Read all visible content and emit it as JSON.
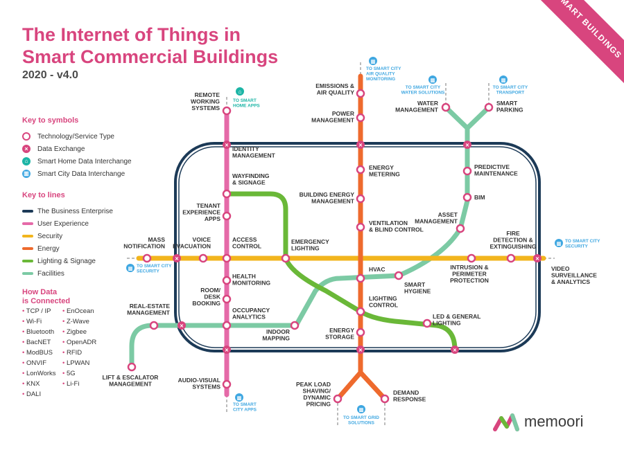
{
  "header": {
    "title_line1": "The Internet of Things in",
    "title_line2": "Smart Commercial Buildings",
    "subtitle": "2020 - v4.0"
  },
  "banner": {
    "text": "SMART BUILDINGS"
  },
  "colors": {
    "brand": "#d8457e",
    "business": "#1c3a57",
    "user_experience": "#e56aa8",
    "security": "#f2b51d",
    "energy": "#ee6a2d",
    "lighting": "#6ab838",
    "facilities": "#7ccaa4",
    "smart_home_icon": "#1db5a6",
    "smart_city_icon": "#3fa7e1"
  },
  "symbols_key": {
    "heading": "Key to symbols",
    "items": [
      {
        "label": "Technology/Service Type",
        "icon": "ring"
      },
      {
        "label": "Data Exchange",
        "icon": "x-circle"
      },
      {
        "label": "Smart Home Data Interchange",
        "icon": "smart-home-icon"
      },
      {
        "label": "Smart City Data Interchange",
        "icon": "smart-city-icon"
      }
    ]
  },
  "lines_key": {
    "heading": "Key to lines",
    "items": [
      {
        "label": "The Business Enterprise",
        "color": "#1c3a57"
      },
      {
        "label": "User Experience",
        "color": "#e56aa8"
      },
      {
        "label": "Security",
        "color": "#f2b51d"
      },
      {
        "label": "Energy",
        "color": "#ee6a2d"
      },
      {
        "label": "Lighting & Signage",
        "color": "#6ab838"
      },
      {
        "label": "Facilities",
        "color": "#7ccaa4"
      }
    ]
  },
  "protocols": {
    "heading_line1": "How Data",
    "heading_line2": "is Connected",
    "items": [
      "TCP / IP",
      "EnOcean",
      "Wi-Fi",
      "Z-Wave",
      "Bluetooth",
      "Zigbee",
      "BacNET",
      "OpenADR",
      "ModBUS",
      "RFID",
      "ONVIF",
      "LPWAN",
      "LonWorks",
      "5G",
      "KNX",
      "Li-Fi",
      "DALI"
    ]
  },
  "map": {
    "stations": [
      {
        "id": "remote-working",
        "lines": [
          "REMOTE",
          "WORKING",
          "SYSTEMS"
        ]
      },
      {
        "id": "identity",
        "lines": [
          "IDENTITY",
          "MANAGEMENT"
        ]
      },
      {
        "id": "wayfinding",
        "lines": [
          "WAYFINDING",
          "& SIGNAGE"
        ]
      },
      {
        "id": "tenant",
        "lines": [
          "TENANT",
          "EXPERIENCE",
          "APPS"
        ]
      },
      {
        "id": "mass-notification",
        "lines": [
          "MASS",
          "NOTIFICATION"
        ]
      },
      {
        "id": "voice",
        "lines": [
          "VOICE",
          "EVACUATION"
        ]
      },
      {
        "id": "access",
        "lines": [
          "ACCESS",
          "CONTROL"
        ]
      },
      {
        "id": "emergency",
        "lines": [
          "EMERGENCY",
          "LIGHTING"
        ]
      },
      {
        "id": "health",
        "lines": [
          "HEALTH",
          "MONITORING"
        ]
      },
      {
        "id": "room-desk",
        "lines": [
          "ROOM/",
          "DESK",
          "BOOKING"
        ]
      },
      {
        "id": "occupancy",
        "lines": [
          "OCCUPANCY",
          "ANALYTICS"
        ]
      },
      {
        "id": "real-estate",
        "lines": [
          "REAL-ESTATE",
          "MANAGEMENT"
        ]
      },
      {
        "id": "indoor-mapping",
        "lines": [
          "INDOOR",
          "MAPPING"
        ]
      },
      {
        "id": "lift",
        "lines": [
          "LIFT & ESCALATOR",
          "MANAGEMENT"
        ]
      },
      {
        "id": "audio-visual",
        "lines": [
          "AUDIO-VISUAL",
          "SYSTEMS"
        ]
      },
      {
        "id": "emissions",
        "lines": [
          "EMISSIONS &",
          "AIR QUALITY"
        ]
      },
      {
        "id": "power",
        "lines": [
          "POWER",
          "MANAGEMENT"
        ]
      },
      {
        "id": "energy-metering",
        "lines": [
          "ENERGY",
          "METERING"
        ]
      },
      {
        "id": "bems",
        "lines": [
          "BUILDING ENERGY",
          "MANAGEMENT"
        ]
      },
      {
        "id": "ventilation",
        "lines": [
          "VENTILATION",
          "& BLIND CONTROL"
        ]
      },
      {
        "id": "hvac",
        "lines": [
          "HVAC"
        ]
      },
      {
        "id": "lighting-control",
        "lines": [
          "LIGHTING",
          "CONTROL"
        ]
      },
      {
        "id": "energy-storage",
        "lines": [
          "ENERGY",
          "STORAGE"
        ]
      },
      {
        "id": "peak-load",
        "lines": [
          "PEAK LOAD",
          "SHAVING/",
          "DYNAMIC",
          "PRICING"
        ]
      },
      {
        "id": "demand-response",
        "lines": [
          "DEMAND",
          "RESPONSE"
        ]
      },
      {
        "id": "water",
        "lines": [
          "WATER",
          "MANAGEMENT"
        ]
      },
      {
        "id": "parking",
        "lines": [
          "SMART",
          "PARKING"
        ]
      },
      {
        "id": "predictive",
        "lines": [
          "PREDICTIVE",
          "MAINTENANCE"
        ]
      },
      {
        "id": "bim",
        "lines": [
          "BIM"
        ]
      },
      {
        "id": "asset",
        "lines": [
          "ASSET",
          "MANAGEMENT"
        ]
      },
      {
        "id": "fire",
        "lines": [
          "FIRE",
          "DETECTION &",
          "EXTINGUISHING"
        ]
      },
      {
        "id": "intrusion",
        "lines": [
          "INTRUSION &",
          "PERIMETER",
          "PROTECTION"
        ]
      },
      {
        "id": "smart-hygiene",
        "lines": [
          "SMART",
          "HYGIENE"
        ]
      },
      {
        "id": "led-lighting",
        "lines": [
          "LED & GENERAL",
          "LIGHTING"
        ]
      },
      {
        "id": "video",
        "lines": [
          "VIDEO",
          "SURVEILLANCE",
          "& ANALYTICS"
        ]
      }
    ],
    "interchanges": [
      {
        "id": "to-smart-home",
        "lines": [
          "TO SMART",
          "HOME APPS"
        ],
        "kind": "home"
      },
      {
        "id": "to-city-air",
        "lines": [
          "TO SMART CITY",
          "AIR QUALITY",
          "MONITORING"
        ],
        "kind": "city"
      },
      {
        "id": "to-city-water",
        "lines": [
          "TO SMART CITY",
          "WATER SOLUTIONS"
        ],
        "kind": "city"
      },
      {
        "id": "to-city-transport",
        "lines": [
          "TO SMART CITY",
          "TRANSPORT"
        ],
        "kind": "city"
      },
      {
        "id": "to-city-security-right",
        "lines": [
          "TO SMART CITY",
          "SECURITY"
        ],
        "kind": "city"
      },
      {
        "id": "to-city-security-left",
        "lines": [
          "TO SMART CITY",
          "SECURITY"
        ],
        "kind": "city"
      },
      {
        "id": "to-city-apps",
        "lines": [
          "TO SMART",
          "CITY APPS"
        ],
        "kind": "city"
      },
      {
        "id": "to-grid",
        "lines": [
          "TO SMART GRID",
          "SOLUTIONS"
        ],
        "kind": "city"
      }
    ]
  },
  "logo": {
    "text": "memoori"
  }
}
